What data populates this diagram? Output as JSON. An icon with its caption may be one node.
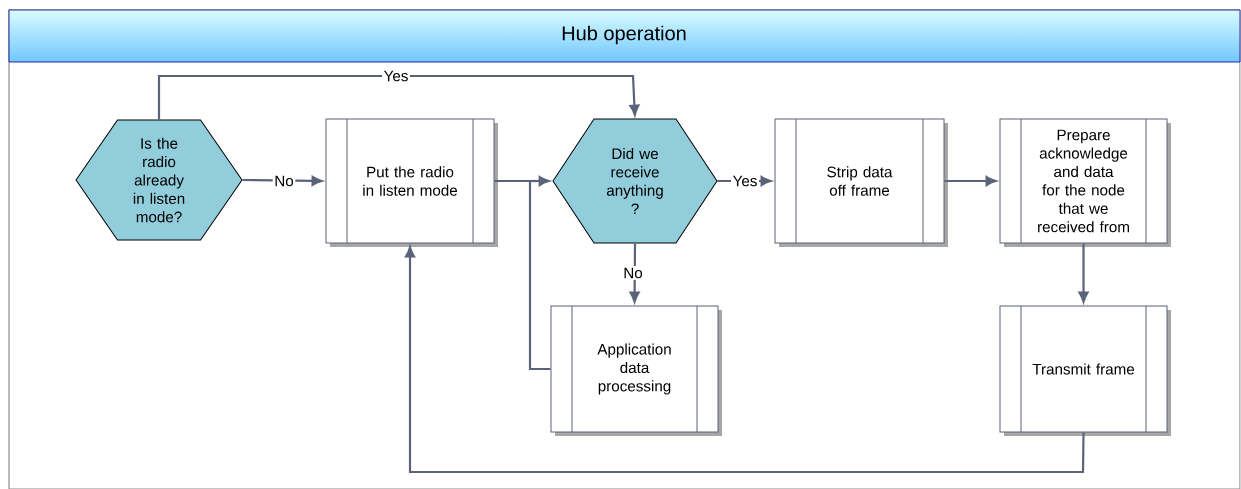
{
  "diagram": {
    "title": "Hub operation",
    "nodes": [
      {
        "text": [
          "Is the radio already in listen mode?"
        ]
      },
      {
        "text": [
          "Put the radio in listen mode"
        ]
      },
      {
        "text": [
          "Did we receive anything ?"
        ]
      },
      {
        "text": [
          "Strip data off frame"
        ]
      },
      {
        "text": [
          "Prepare acknowledge and data for the node that we received from"
        ]
      },
      {
        "text": [
          "Application data processing"
        ]
      },
      {
        "text": [
          "Transmit frame"
        ]
      }
    ],
    "edges": [
      {
        "from": 0,
        "to": 2,
        "arrow": "to",
        "label": "Yes"
      },
      {
        "from": 0,
        "to": 1,
        "arrow": "to",
        "label": "No"
      },
      {
        "from": 1,
        "to": 2,
        "arrow": "to"
      },
      {
        "from": 5,
        "to": 2,
        "arrow": "to"
      },
      {
        "from": 2,
        "to": 3,
        "arrow": "to",
        "label": "Yes"
      },
      {
        "from": 3,
        "to": 4,
        "arrow": "to"
      },
      {
        "from": 2,
        "to": 5,
        "arrow": "to",
        "label": "No"
      },
      {
        "from": 4,
        "to": 6,
        "arrow": "to"
      },
      {
        "from": 6,
        "to": 1,
        "arrow": "to"
      }
    ]
  }
}
